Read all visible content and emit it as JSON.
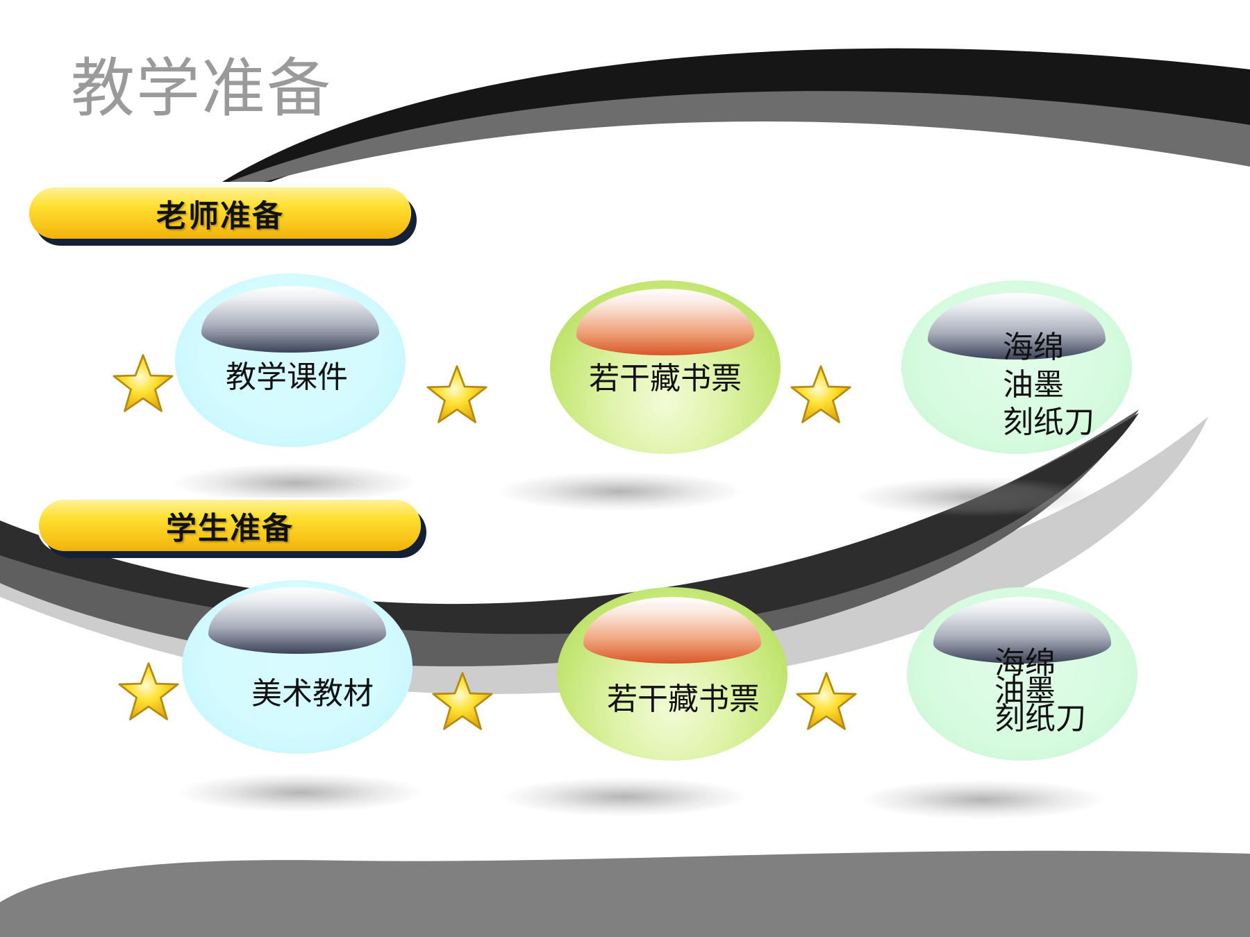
{
  "title": "教学准备",
  "sections": [
    {
      "label": "老师准备",
      "items": [
        {
          "text": "教学课件",
          "style": "cyan"
        },
        {
          "text": "若干藏书票",
          "style": "green"
        },
        {
          "lines": [
            "海绵",
            "油墨",
            "刻纸刀"
          ],
          "style": "mint"
        }
      ]
    },
    {
      "label": "学生准备",
      "items": [
        {
          "text": "美术教材",
          "style": "cyan"
        },
        {
          "text": "若干藏书票",
          "style": "green"
        },
        {
          "lines": [
            "海绵",
            "油墨",
            "刻纸刀"
          ],
          "style": "mint"
        }
      ]
    }
  ],
  "colors": {
    "title": "#9a9a9a",
    "label_fill": "#f9c51a",
    "label_shadow": "#132036",
    "swoosh_dark": "#1a1a1a",
    "swoosh_mid": "#666666",
    "swoosh_light": "#cfcfcf",
    "star": "#ffd21a"
  },
  "icons": [
    "star-icon"
  ]
}
